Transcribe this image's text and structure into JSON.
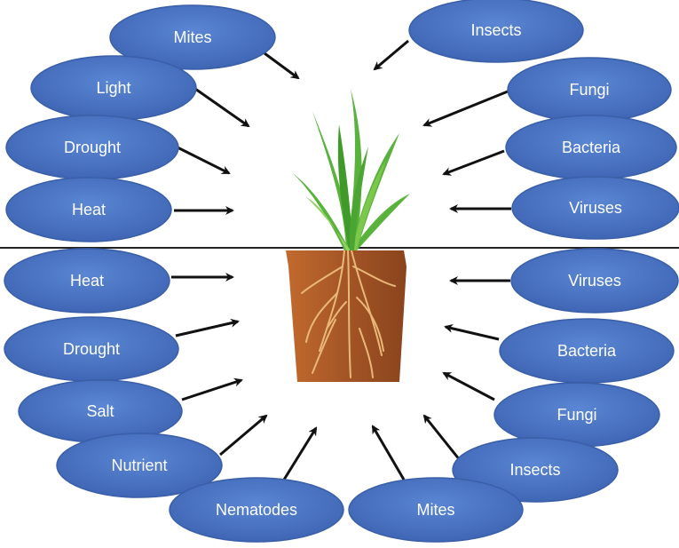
{
  "colors": {
    "ellipse_fill": "#4a73c1",
    "ellipse_stroke": "#3a5fa8",
    "label_text": "#ffffff",
    "arrow": "#111111",
    "ground_line": "#222222",
    "soil": "#a85a28",
    "leaf": "#58b23c",
    "root": "#e8b878"
  },
  "above_ground": {
    "left": [
      "Mites",
      "Light",
      "Drought",
      "Heat"
    ],
    "right": [
      "Insects",
      "Fungi",
      "Bacteria",
      "Viruses"
    ]
  },
  "below_ground": {
    "left": [
      "Heat",
      "Drought",
      "Salt",
      "Nutrient",
      "Nematodes"
    ],
    "right": [
      "Viruses",
      "Bacteria",
      "Fungi",
      "Insects",
      "Mites"
    ]
  },
  "center_image": "plant-with-roots-in-soil"
}
